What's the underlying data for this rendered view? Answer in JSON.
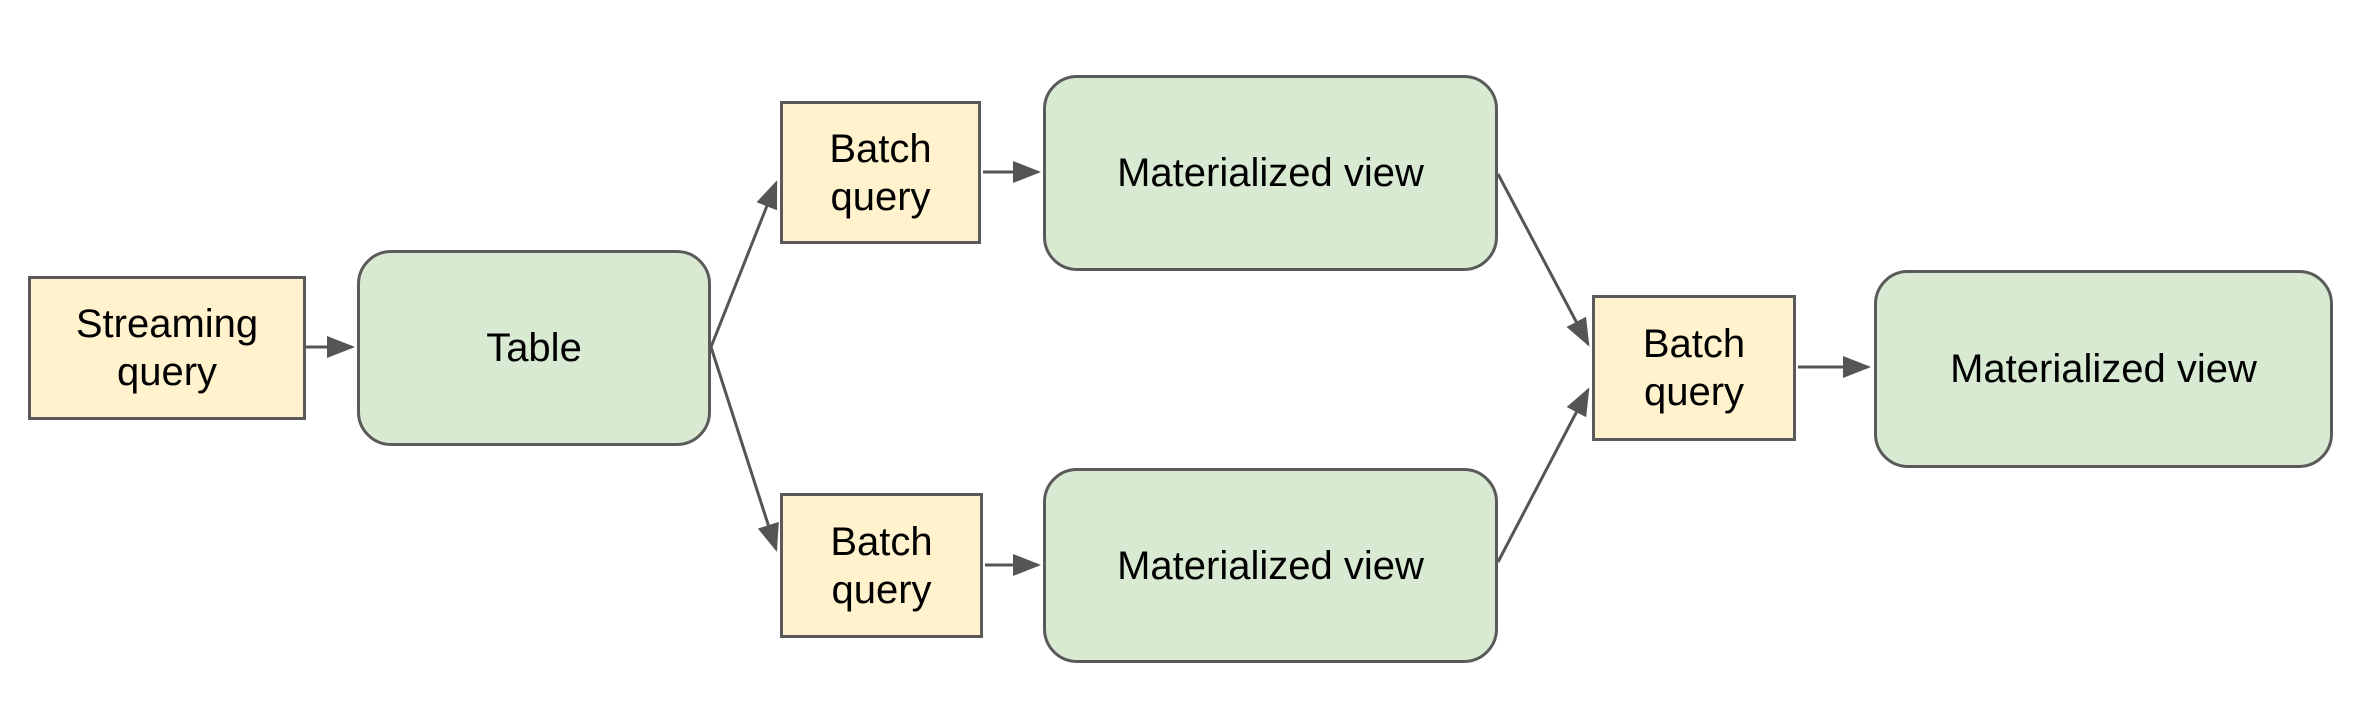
{
  "diagram": {
    "type": "flowchart",
    "nodes": {
      "streaming_query": {
        "label": "Streaming query",
        "shape": "rectangle",
        "role": "query"
      },
      "table": {
        "label": "Table",
        "shape": "rounded-rectangle",
        "role": "table"
      },
      "batch_query_top": {
        "label": "Batch query",
        "shape": "rectangle",
        "role": "query"
      },
      "materialized_view_top": {
        "label": "Materialized view",
        "shape": "rounded-rectangle",
        "role": "view"
      },
      "batch_query_bottom": {
        "label": "Batch query",
        "shape": "rectangle",
        "role": "query"
      },
      "materialized_view_bottom": {
        "label": "Materialized view",
        "shape": "rounded-rectangle",
        "role": "view"
      },
      "batch_query_right": {
        "label": "Batch query",
        "shape": "rectangle",
        "role": "query"
      },
      "materialized_view_right": {
        "label": "Materialized view",
        "shape": "rounded-rectangle",
        "role": "view"
      }
    },
    "edges": [
      {
        "from": "streaming_query",
        "to": "table"
      },
      {
        "from": "table",
        "to": "batch_query_top"
      },
      {
        "from": "batch_query_top",
        "to": "materialized_view_top"
      },
      {
        "from": "table",
        "to": "batch_query_bottom"
      },
      {
        "from": "batch_query_bottom",
        "to": "materialized_view_bottom"
      },
      {
        "from": "materialized_view_top",
        "to": "batch_query_right"
      },
      {
        "from": "materialized_view_bottom",
        "to": "batch_query_right"
      },
      {
        "from": "batch_query_right",
        "to": "materialized_view_right"
      }
    ]
  },
  "colors": {
    "query_fill": "#fff2cc",
    "view_fill": "#d9ead3",
    "stroke": "#5a5a5a",
    "edge": "#555555",
    "text": "#000000",
    "background": "#ffffff"
  }
}
